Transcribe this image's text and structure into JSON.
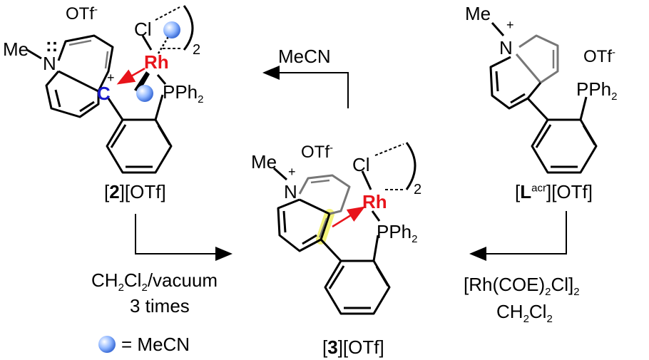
{
  "compounds": {
    "c2": {
      "prefix": "[",
      "bold": "2",
      "suffix": "][OTf]"
    },
    "c3": {
      "prefix": "[",
      "bold": "3",
      "suffix": "][OTf]"
    },
    "lacr": {
      "prefix": "[",
      "bold": "L",
      "sup": "acr",
      "suffix": "][OTf]"
    }
  },
  "atoms": {
    "otf_minus": "OTf",
    "minus": "-",
    "plus": "+",
    "me": "Me",
    "n": "N",
    "rh": "Rh",
    "cl": "Cl",
    "c_plus": "C",
    "pph2": "PPh",
    "pph2_sub": "2",
    "dimer_sub": "2",
    "lone_pair": ":"
  },
  "conditions": {
    "mecn_arrow": "MeCN",
    "vacuum_line1_a": "CH",
    "vacuum_line1_sub": "2",
    "vacuum_line1_b": "Cl",
    "vacuum_line1_sub2": "2",
    "vacuum_line1_c": "/vacuum",
    "vacuum_line2": "3 times",
    "reagent_line1_a": "[Rh(COE)",
    "reagent_line1_sub": "2",
    "reagent_line1_b": "Cl]",
    "reagent_line1_sub2": "2",
    "reagent_line2_a": "CH",
    "reagent_line2_sub": "2",
    "reagent_line2_b": "Cl",
    "reagent_line2_sub2": "2"
  },
  "legend": {
    "label": "= MeCN"
  },
  "colors": {
    "rh": "#e8141b",
    "c_cation": "#1a1acc",
    "arrow_red": "#e8141b",
    "highlight": "#f2f27a",
    "sphere": "#8fb6ff",
    "bond": "#000000",
    "gray_bond": "#7a7a7a"
  }
}
